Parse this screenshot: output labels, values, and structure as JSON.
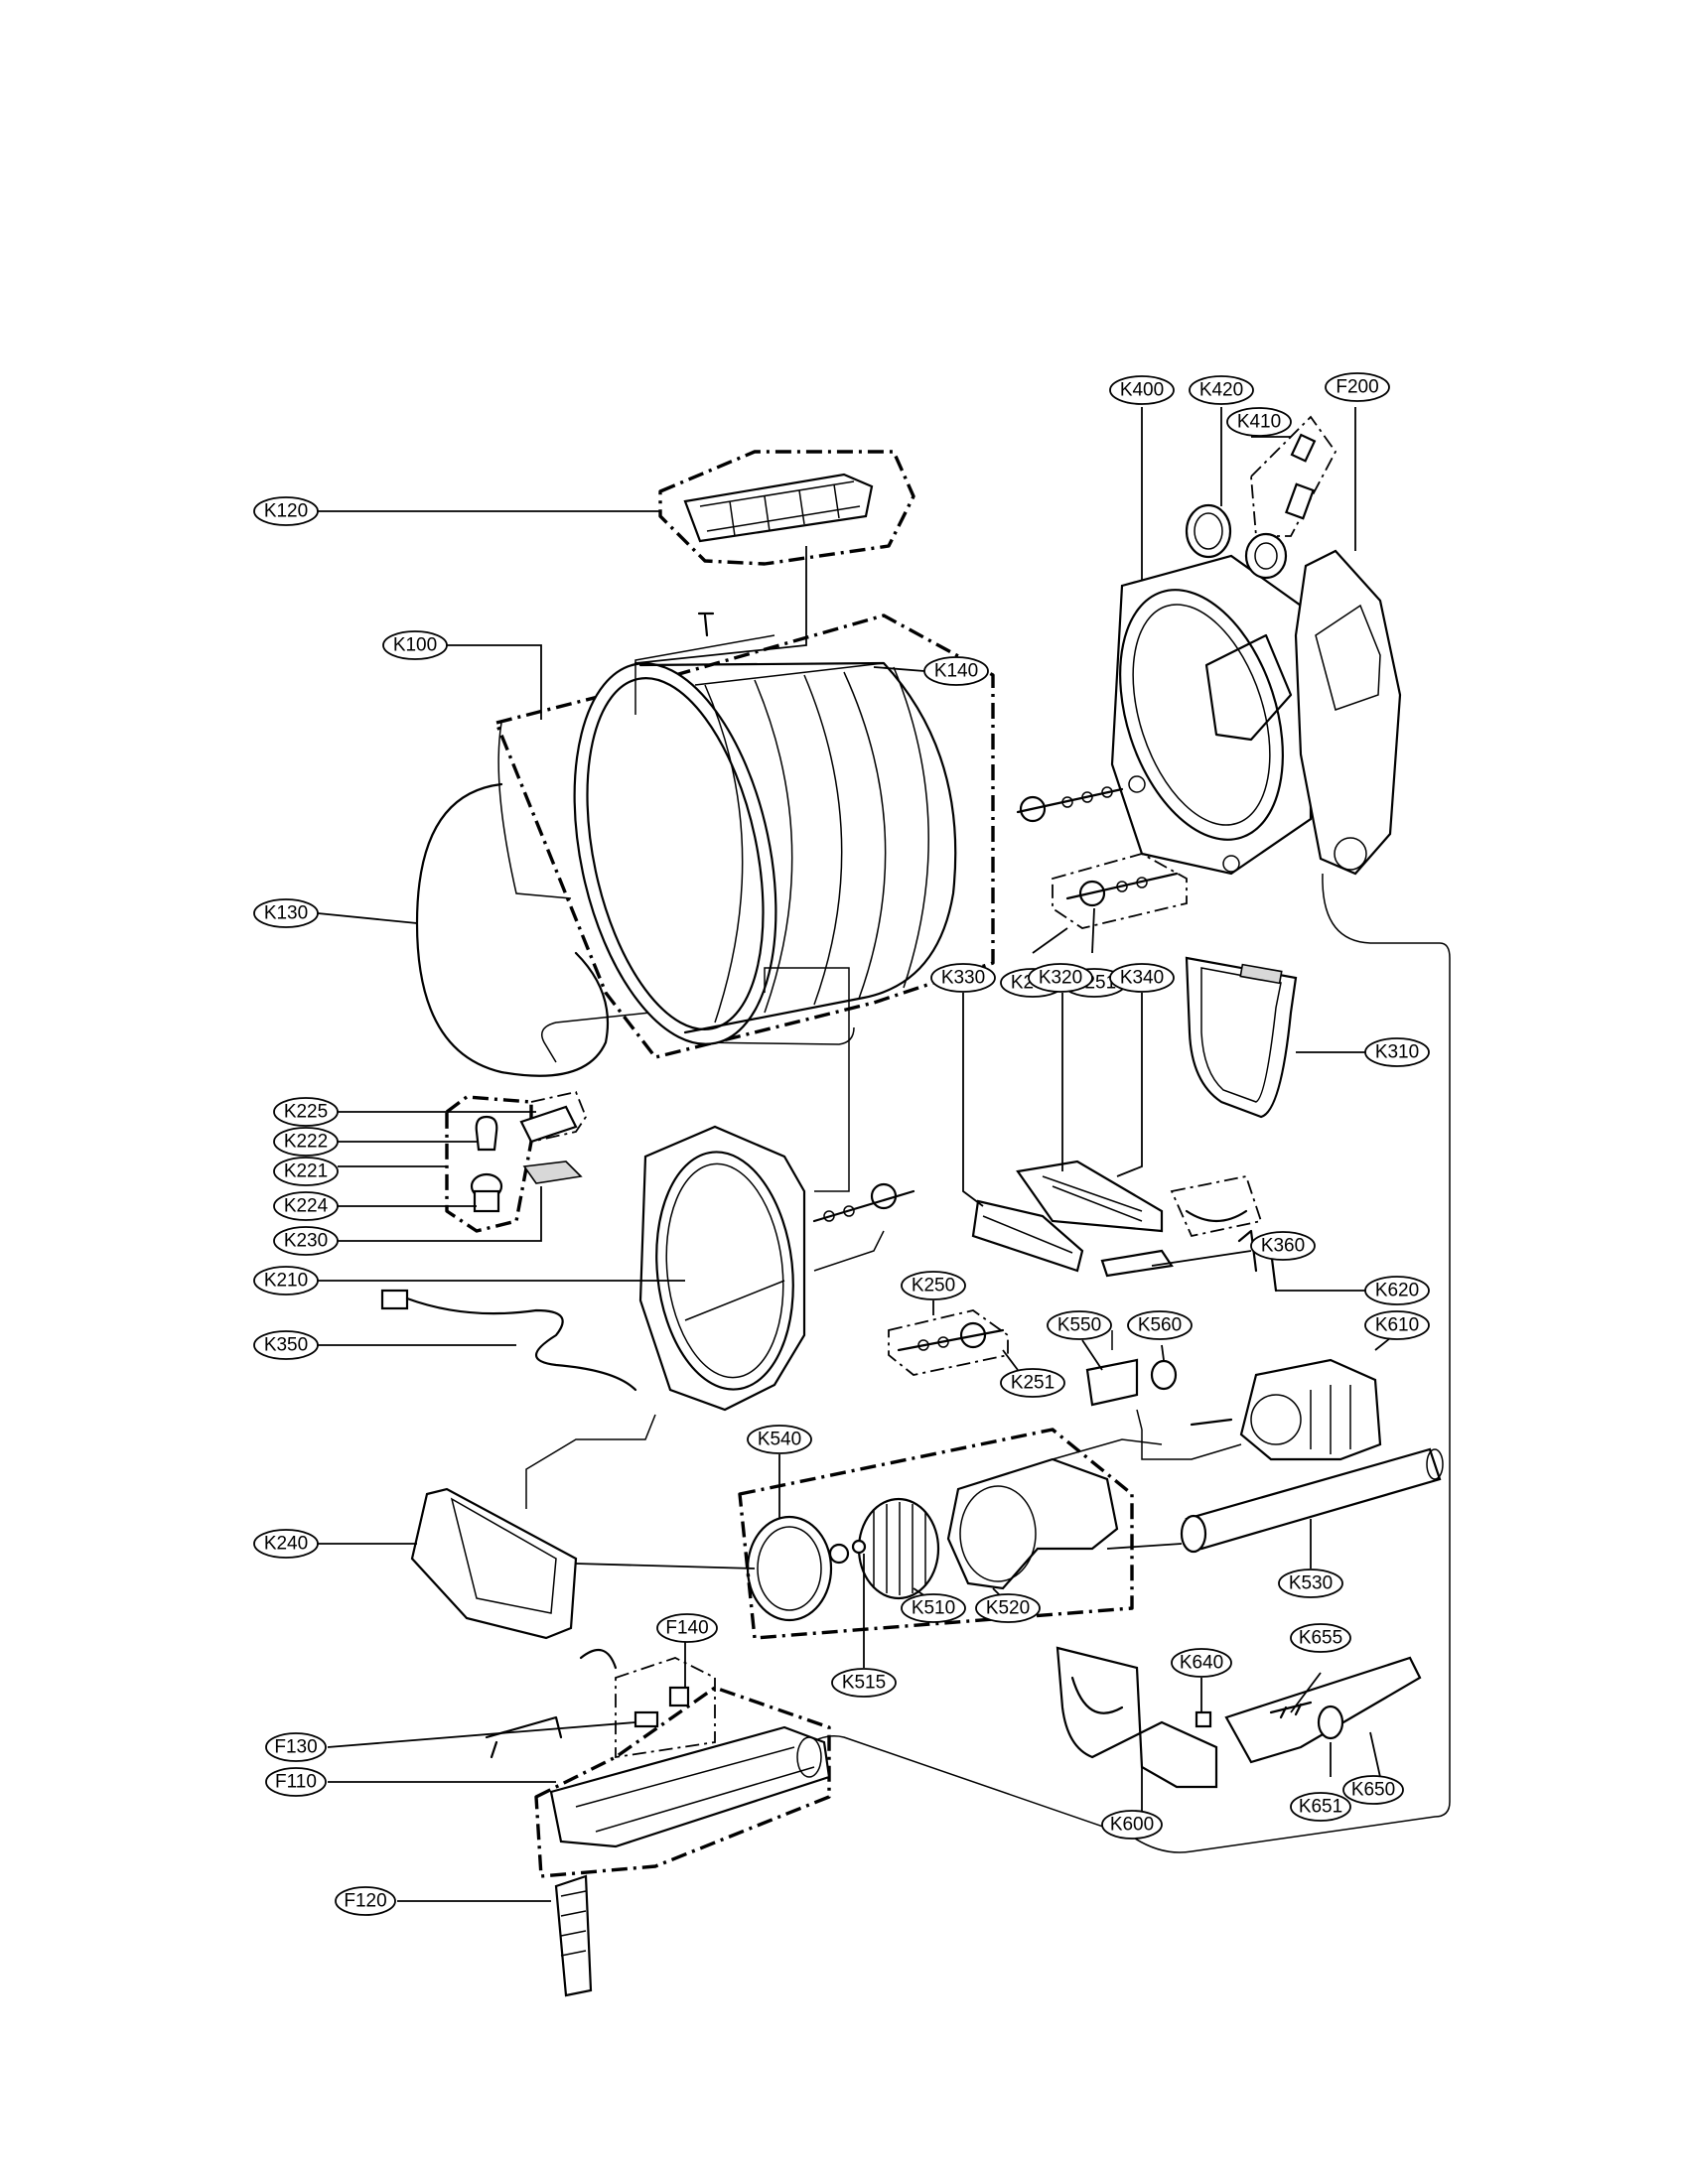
{
  "labels": {
    "K120": "K120",
    "K100": "K100",
    "K140": "K140",
    "K130": "K130",
    "K400": "K400",
    "K420": "K420",
    "K410": "K410",
    "F200": "F200",
    "K250_top": "K250",
    "K251_top": "K251",
    "K310": "K310",
    "K330": "K330",
    "K320": "K320",
    "K340": "K340",
    "K360": "K360",
    "K225": "K225",
    "K222": "K222",
    "K221": "K221",
    "K224": "K224",
    "K230": "K230",
    "K210": "K210",
    "K350": "K350",
    "K250_mid": "K250",
    "K251_mid": "K251",
    "K550": "K550",
    "K560": "K560",
    "K620": "K620",
    "K610": "K610",
    "K540": "K540",
    "K510": "K510",
    "K520": "K520",
    "K515": "K515",
    "K530": "K530",
    "K240": "K240",
    "F140": "F140",
    "F130": "F130",
    "F110": "F110",
    "F120": "F120",
    "K640": "K640",
    "K655": "K655",
    "K651": "K651",
    "K650": "K650",
    "K600": "K600"
  }
}
